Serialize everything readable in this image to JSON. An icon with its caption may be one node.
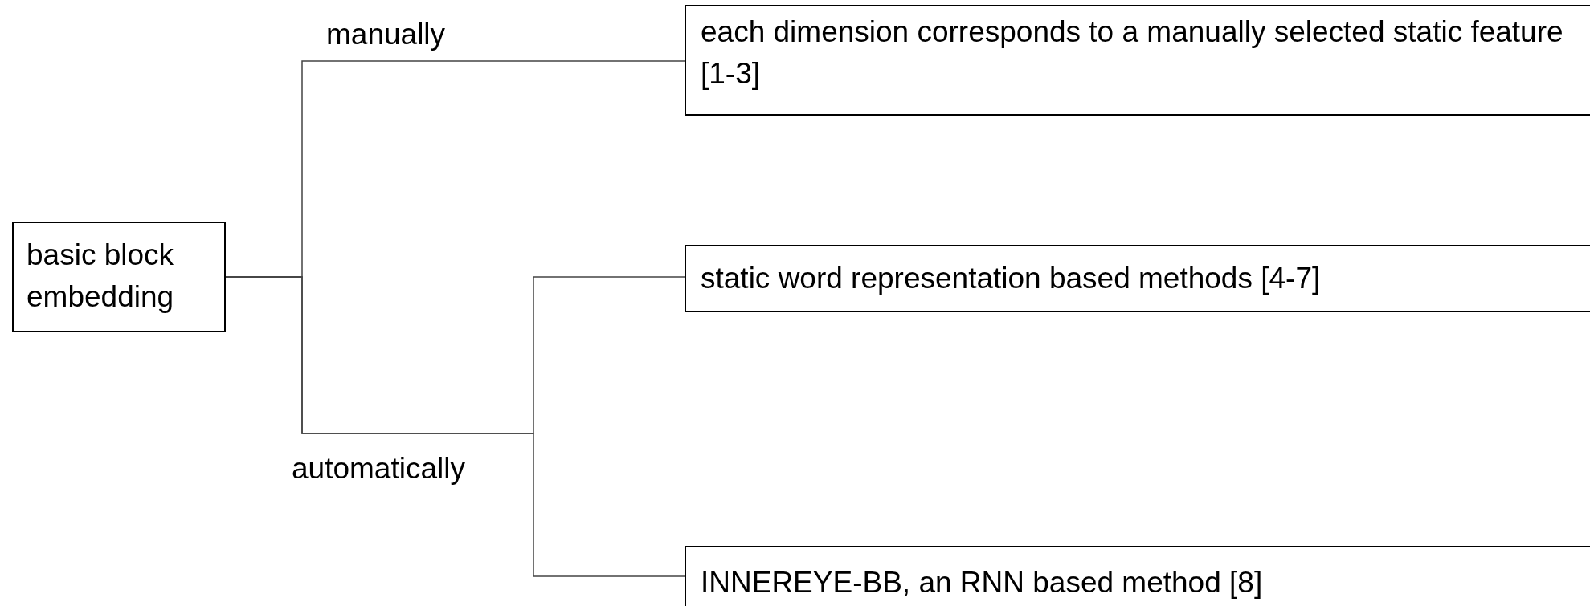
{
  "diagram": {
    "nodes": [
      {
        "text": [
          "basic block embedding"
        ]
      },
      {
        "text": [
          "each dimension corresponds to a manually selected static feature [1-3]"
        ]
      },
      {
        "text": [
          "static word representation based methods [4-7]"
        ]
      },
      {
        "text": [
          "INNEREYE-BB, an RNN based method [8]"
        ]
      }
    ],
    "edges": [
      {
        "from": 0,
        "to": 1,
        "arrow": "none",
        "label": "manually"
      },
      {
        "from": 0,
        "to": 2,
        "arrow": "none"
      },
      {
        "from": 0,
        "to": 3,
        "arrow": "none"
      }
    ],
    "labels": [
      "automatically"
    ]
  }
}
